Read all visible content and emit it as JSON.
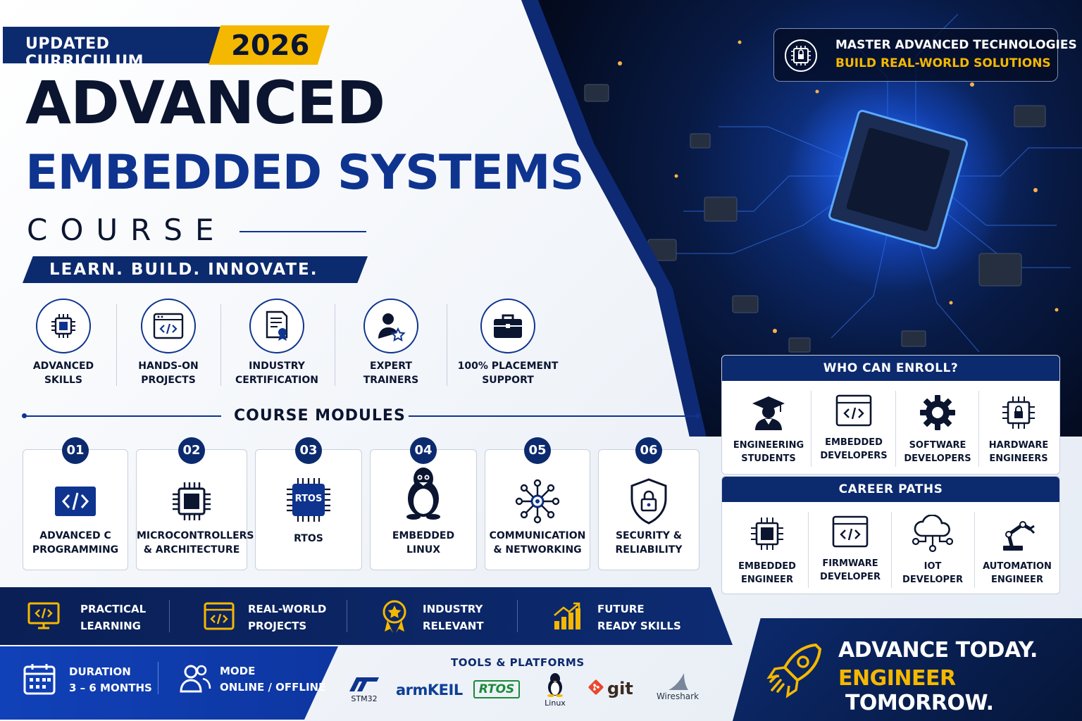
{
  "header": {
    "badge_text": "UPDATED CURRICULUM",
    "year": "2026",
    "title_line1": "ADVANCED",
    "title_line2": "EMBEDDED SYSTEMS",
    "title_line3": "COURSE",
    "tagline": "LEARN. BUILD. INNOVATE."
  },
  "top_badge": {
    "line1": "MASTER ADVANCED TECHNOLOGIES",
    "line2": "BUILD REAL-WORLD SOLUTIONS",
    "icon": "chip-lock-icon"
  },
  "features": [
    {
      "l1": "ADVANCED",
      "l2": "SKILLS",
      "icon": "chip-icon"
    },
    {
      "l1": "HANDS-ON",
      "l2": "PROJECTS",
      "icon": "code-window-icon"
    },
    {
      "l1": "INDUSTRY",
      "l2": "CERTIFICATION",
      "icon": "certificate-icon"
    },
    {
      "l1": "EXPERT",
      "l2": "TRAINERS",
      "icon": "trainer-icon"
    },
    {
      "l1": "100% PLACEMENT",
      "l2": "SUPPORT",
      "icon": "briefcase-icon"
    }
  ],
  "modules": {
    "heading": "COURSE MODULES",
    "items": [
      {
        "num": "01",
        "l1": "ADVANCED C",
        "l2": "PROGRAMMING",
        "icon": "code-icon"
      },
      {
        "num": "02",
        "l1": "MICROCONTROLLERS",
        "l2": "& ARCHITECTURE",
        "icon": "microcontroller-icon"
      },
      {
        "num": "03",
        "l1": "RTOS",
        "l2": "",
        "icon": "rtos-chip-icon",
        "chip_text": "RTOS"
      },
      {
        "num": "04",
        "l1": "EMBEDDED",
        "l2": "LINUX",
        "icon": "linux-penguin-icon"
      },
      {
        "num": "05",
        "l1": "COMMUNICATION",
        "l2": "& NETWORKING",
        "icon": "network-icon"
      },
      {
        "num": "06",
        "l1": "SECURITY &",
        "l2": "RELIABILITY",
        "icon": "shield-lock-icon"
      }
    ]
  },
  "who": {
    "heading": "WHO CAN ENROLL?",
    "items": [
      {
        "l1": "ENGINEERING",
        "l2": "STUDENTS",
        "icon": "graduate-icon"
      },
      {
        "l1": "EMBEDDED",
        "l2": "DEVELOPERS",
        "icon": "code-window-icon"
      },
      {
        "l1": "SOFTWARE",
        "l2": "DEVELOPERS",
        "icon": "gear-icon"
      },
      {
        "l1": "HARDWARE",
        "l2": "ENGINEERS",
        "icon": "chip-lock-icon"
      }
    ]
  },
  "careers": {
    "heading": "CAREER PATHS",
    "items": [
      {
        "l1": "EMBEDDED",
        "l2": "ENGINEER",
        "icon": "chip-icon"
      },
      {
        "l1": "FIRMWARE",
        "l2": "DEVELOPER",
        "icon": "code-window-icon"
      },
      {
        "l1": "IOT",
        "l2": "DEVELOPER",
        "icon": "cloud-network-icon"
      },
      {
        "l1": "AUTOMATION",
        "l2": "ENGINEER",
        "icon": "robot-arm-icon"
      }
    ]
  },
  "benefits": [
    {
      "l1": "PRACTICAL",
      "l2": "LEARNING",
      "icon": "monitor-code-icon"
    },
    {
      "l1": "REAL-WORLD",
      "l2": "PROJECTS",
      "icon": "browser-code-icon"
    },
    {
      "l1": "INDUSTRY",
      "l2": "RELEVANT",
      "icon": "medal-icon"
    },
    {
      "l1": "FUTURE",
      "l2": "READY SKILLS",
      "icon": "growth-chart-icon"
    }
  ],
  "duration": {
    "label": "DURATION",
    "value": "3 – 6 MONTHS",
    "icon": "calendar-icon"
  },
  "mode": {
    "label": "MODE",
    "value": "ONLINE / OFFLINE",
    "icon": "users-icon"
  },
  "tools": {
    "heading": "TOOLS & PLATFORMS",
    "items": [
      {
        "name": "STM32",
        "icon": "st-logo-icon"
      },
      {
        "name": "armKEIL",
        "icon": "arm-keil-logo-icon"
      },
      {
        "name": "RTOS",
        "icon": "rtos-logo-icon"
      },
      {
        "name": "Linux",
        "icon": "tux-icon"
      },
      {
        "name": "git",
        "icon": "git-logo-icon"
      },
      {
        "name": "Wireshark",
        "icon": "wireshark-fin-icon"
      }
    ]
  },
  "cta": {
    "line1": "ADVANCE TODAY.",
    "line2a": "ENGINEER",
    "line2b": " TOMORROW.",
    "icon": "rocket-icon"
  },
  "colors": {
    "navy": "#0c2a6e",
    "blue": "#0e348f",
    "yellow": "#f5b800",
    "dark": "#0b1530"
  }
}
